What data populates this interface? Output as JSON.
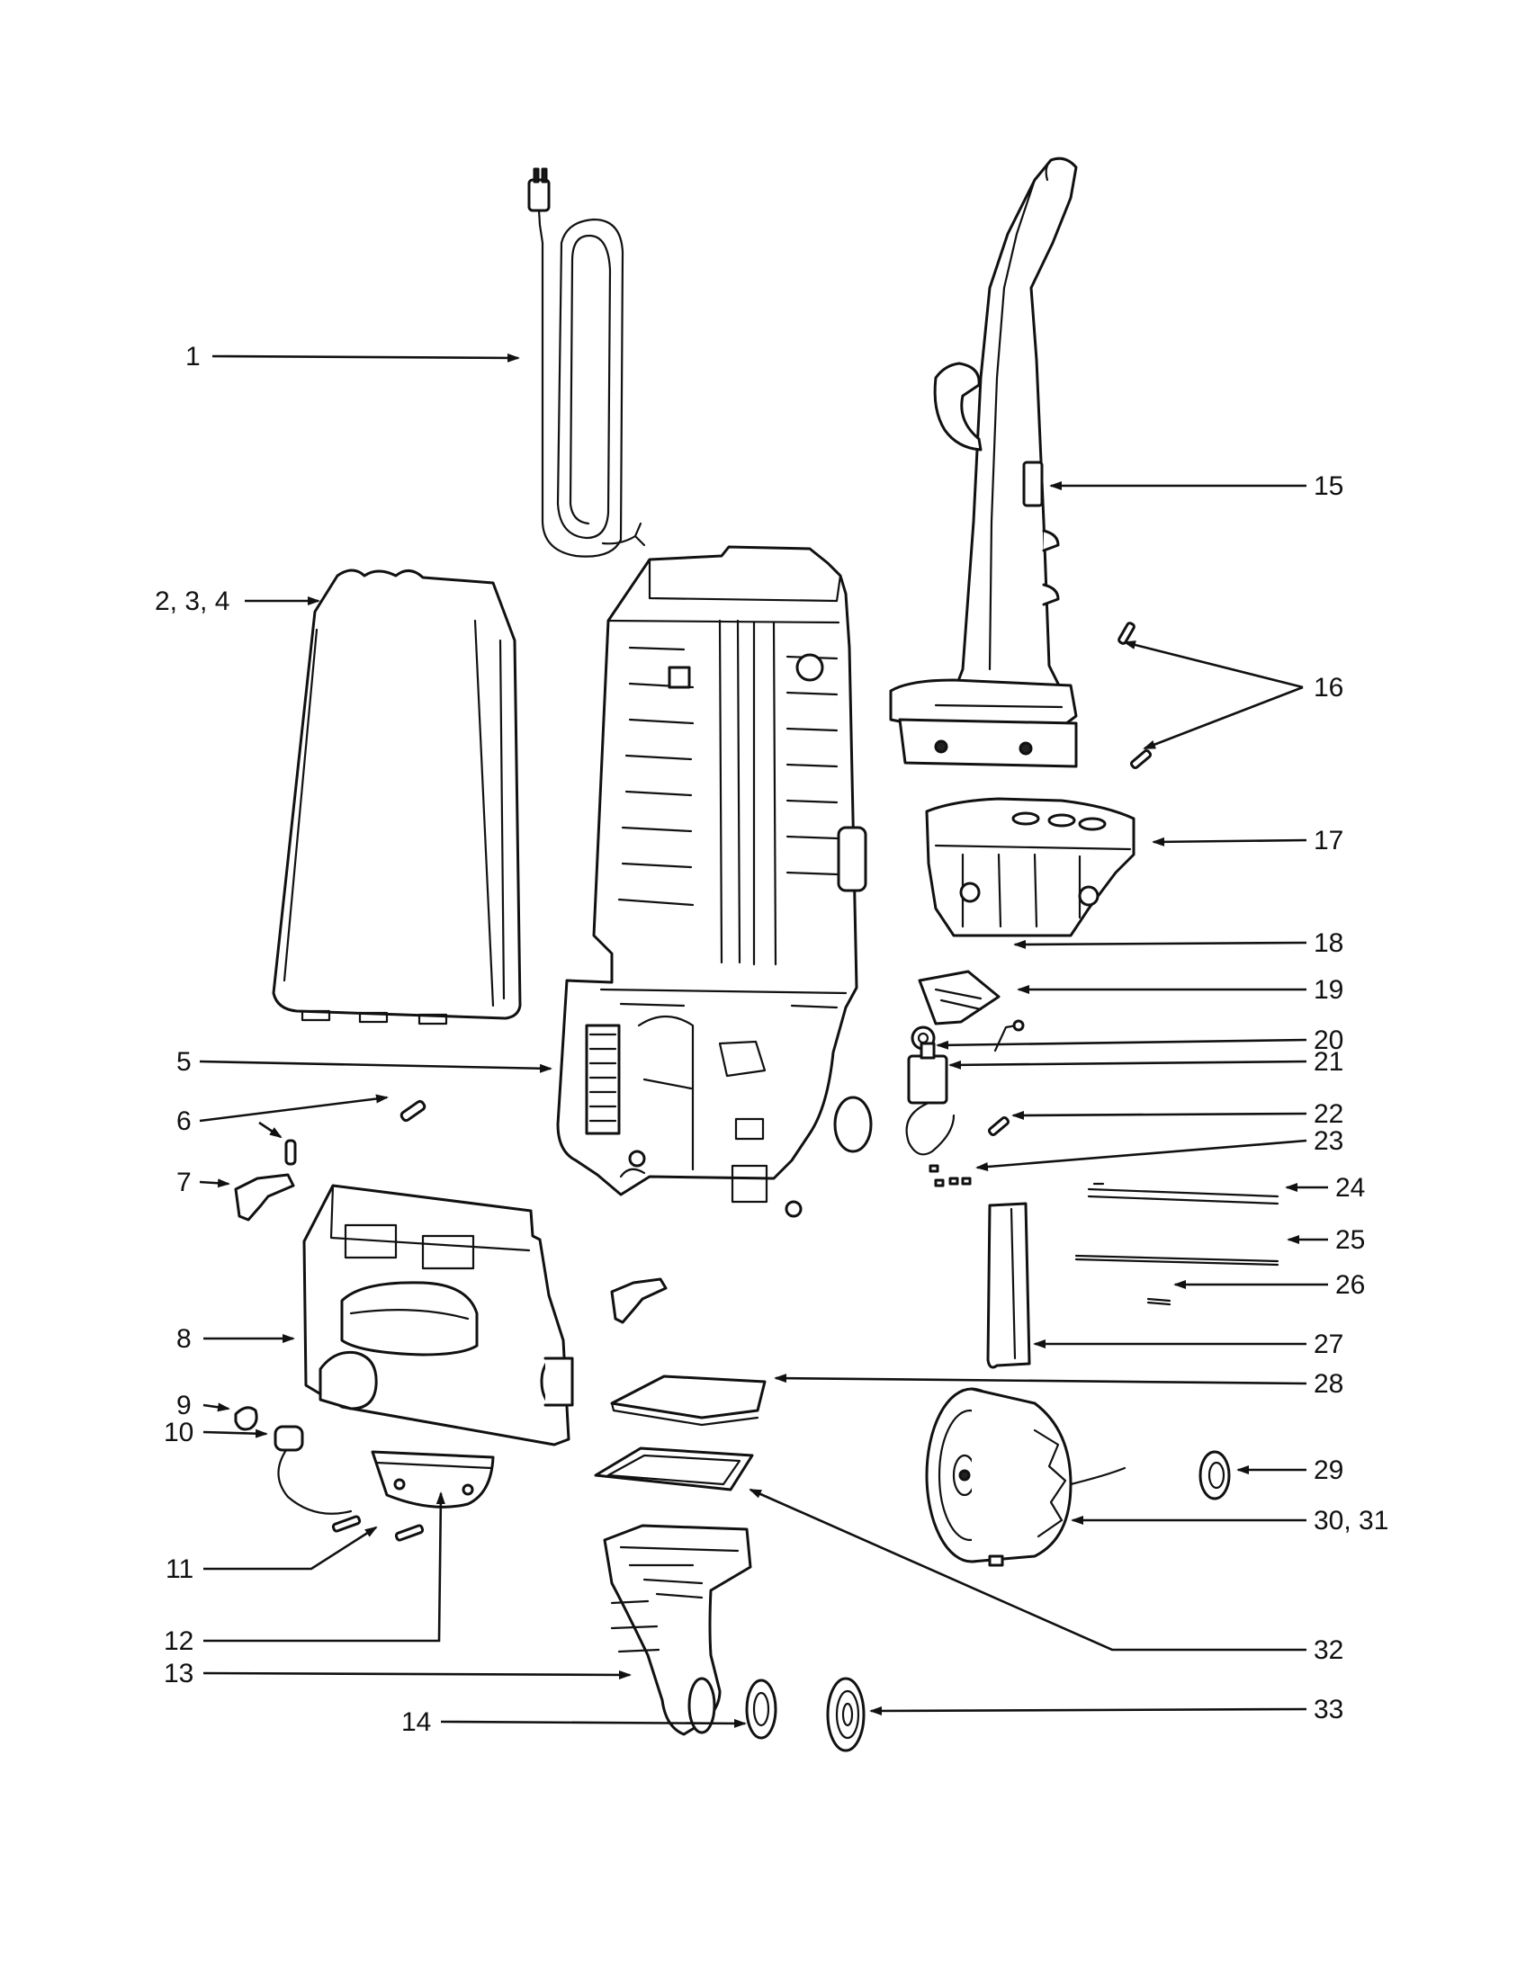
{
  "diagram": {
    "labels": {
      "l1": "1",
      "l2": "2, 3, 4",
      "l5": "5",
      "l6": "6",
      "l7": "7",
      "l8": "8",
      "l9": "9",
      "l10": "10",
      "l11": "11",
      "l12": "12",
      "l13": "13",
      "l14": "14",
      "l15": "15",
      "l16": "16",
      "l17": "17",
      "l18": "18",
      "l19": "19",
      "l20": "20",
      "l21": "21",
      "l22": "22",
      "l23": "23",
      "l24": "24",
      "l25": "25",
      "l26": "26",
      "l27": "27",
      "l28": "28",
      "l29": "29",
      "l30": "30, 31",
      "l32": "32",
      "l33": "33"
    }
  }
}
